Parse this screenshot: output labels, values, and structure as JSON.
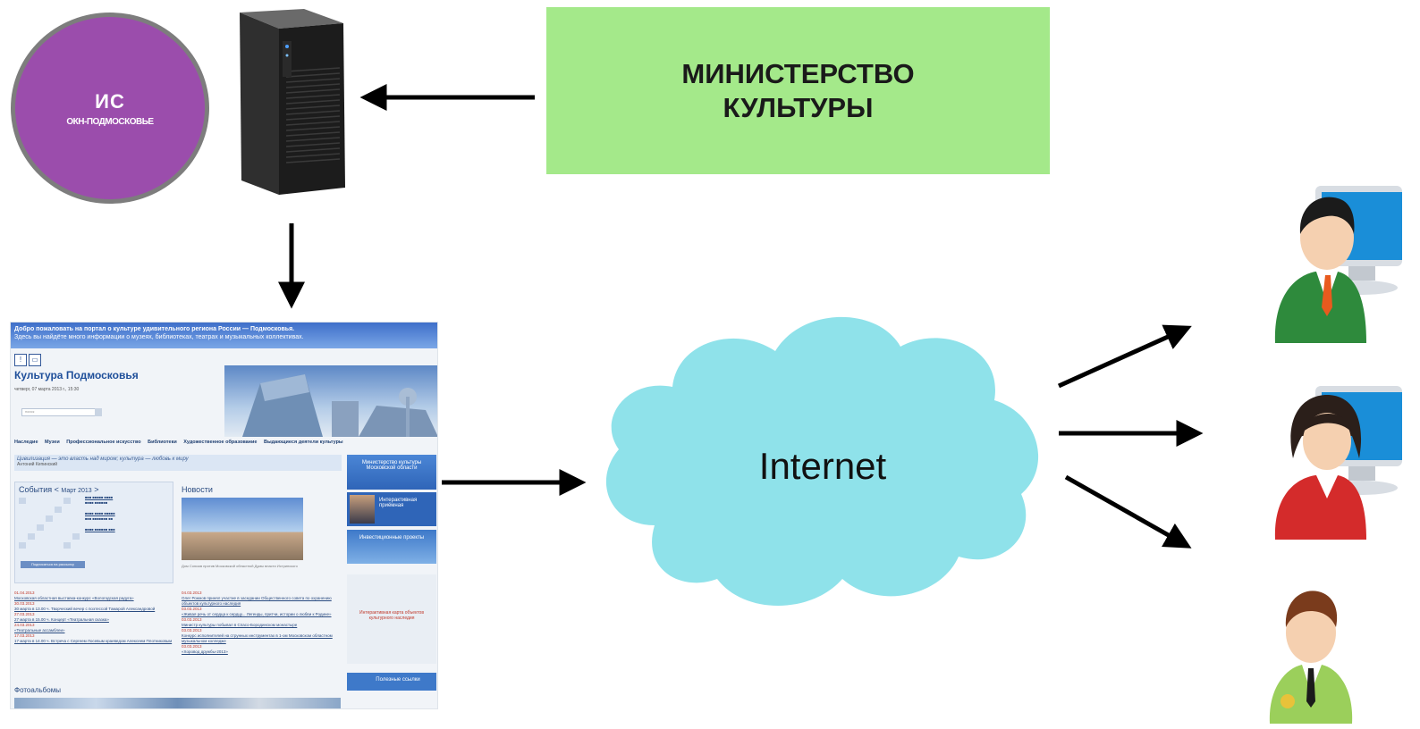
{
  "is_node": {
    "title": "ИС",
    "subtitle": "ОКН-ПОДМОСКОВЬЕ",
    "color": "#9b4dac"
  },
  "ministry": {
    "label": "МИНИСТЕРСТВО\nКУЛЬТУРЫ",
    "color": "#a4e98a"
  },
  "cloud": {
    "label": "Internet",
    "color": "#8fe2ea"
  },
  "server": {
    "icon": "server-tower-icon"
  },
  "users": [
    {
      "icon": "male-user-computer-icon"
    },
    {
      "icon": "female-user-computer-icon"
    },
    {
      "icon": "officer-user-icon"
    }
  ],
  "portal": {
    "banner_line1": "Добро пожаловать на портал о культуре удивительного региона России — Подмосковья.",
    "banner_line2": "Здесь вы найдёте много информации о музеях, библиотеках, театрах и музыкальных коллективах.",
    "title": "Культура Подмосковья",
    "date": "четверг, 07 марта 2013 г., 15:30",
    "search_placeholder": "поиск",
    "nav": [
      "Наследие",
      "Музеи",
      "Профессиональное искусство",
      "Библиотеки",
      "Художественное образование",
      "Выдающиеся деятели культуры"
    ],
    "quote": "Цивилизация — это власть над миром; культура — любовь к миру",
    "quote_author": "Антоний Кепинский",
    "events_title": "События",
    "events_month": "Март 2013",
    "subscribe_button": "Подписаться на рассылку",
    "news_title": "Новости",
    "news_caption": "Дом Союзов против Московской областной Думы власти Истринского",
    "side_buttons": [
      "Министерство культуры Московской области",
      "Интерактивная приёмная",
      "Инвестиционные проекты"
    ],
    "map_label": "Интерактивная карта объектов культурного наследия",
    "useful_links": "Полезные ссылки",
    "left_news": [
      {
        "date": "01.04.2013",
        "text": "Московская областная выставка-конкурс «Вологодская радуга»"
      },
      {
        "date": "30.03.2013",
        "text": "30 марта в 13.00 ч. Творческий вечер с поэтессой Тамарой Александровой"
      },
      {
        "date": "27.03.2013",
        "text": "27 марта в 15.00 ч. Концерт «Театральная сказка»"
      },
      {
        "date": "24.03.2013",
        "text": "«Театральные ассамблеи»"
      },
      {
        "date": "17.03.2013",
        "text": "17 марта в 14.00 ч. Встреча с Сергеем Лосевым краеведом Алексеем Плотниковым"
      }
    ],
    "right_news": [
      {
        "date": "04.03.2013",
        "text": "Олег Рожнов принял участие в заседании Общественного совета по охранению объектов культурного наследия"
      },
      {
        "date": "03.03.2013",
        "text": "«Живая речь от сердца к сердцу... Легенды, притчи, истории о любви к Родине»"
      },
      {
        "date": "03.03.2013",
        "text": "Министр культуры побывал в Спасо-Бородинском монастыре"
      },
      {
        "date": "03.03.2013",
        "text": "Конкурс исполнителей на струнных инструментах в 1-ом Московском областном музыкальном колледже"
      },
      {
        "date": "03.03.2013",
        "text": "«Хоровод дружбы-2013»"
      }
    ],
    "photo_title": "Фотоальбомы"
  }
}
